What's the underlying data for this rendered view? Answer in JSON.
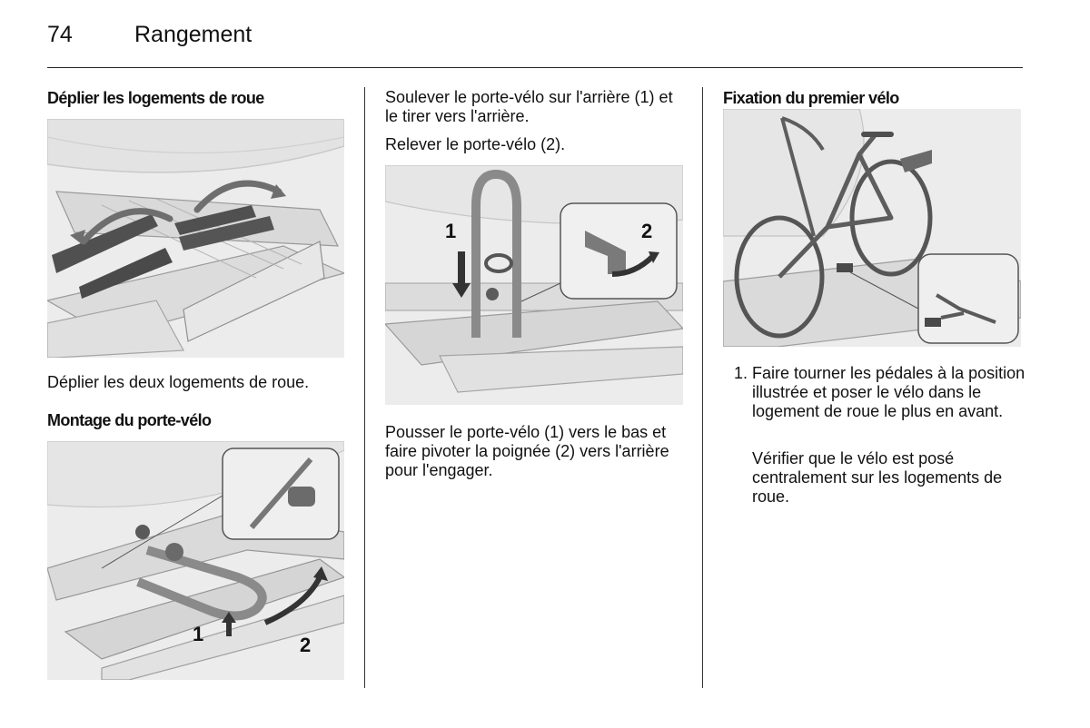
{
  "header": {
    "page_number": "74",
    "title": "Rangement"
  },
  "col1": {
    "section1_title": "Déplier les logements de roue",
    "section1_text": "Déplier les deux logements de roue.",
    "section2_title": "Montage du porte-vélo",
    "callouts": {
      "one": "1",
      "two": "2"
    }
  },
  "col2": {
    "para1": "Soulever le porte-vélo sur l'arrière (1) et le tirer vers l'arrière.",
    "para2": "Relever le porte-vélo (2).",
    "para3": "Pousser le porte-vélo (1) vers le bas et faire pivoter la poignée (2) vers l'arrière pour l'engager.",
    "callouts": {
      "one": "1",
      "two": "2"
    }
  },
  "col3": {
    "section_title": "Fixation du premier vélo",
    "item_marker": "1.",
    "item_text": "Faire tourner les pédales à la position illustrée et poser le vélo dans le logement de roue le plus en avant.",
    "item_note": "Vérifier que le vélo est posé centralement sur les logements de roue."
  }
}
